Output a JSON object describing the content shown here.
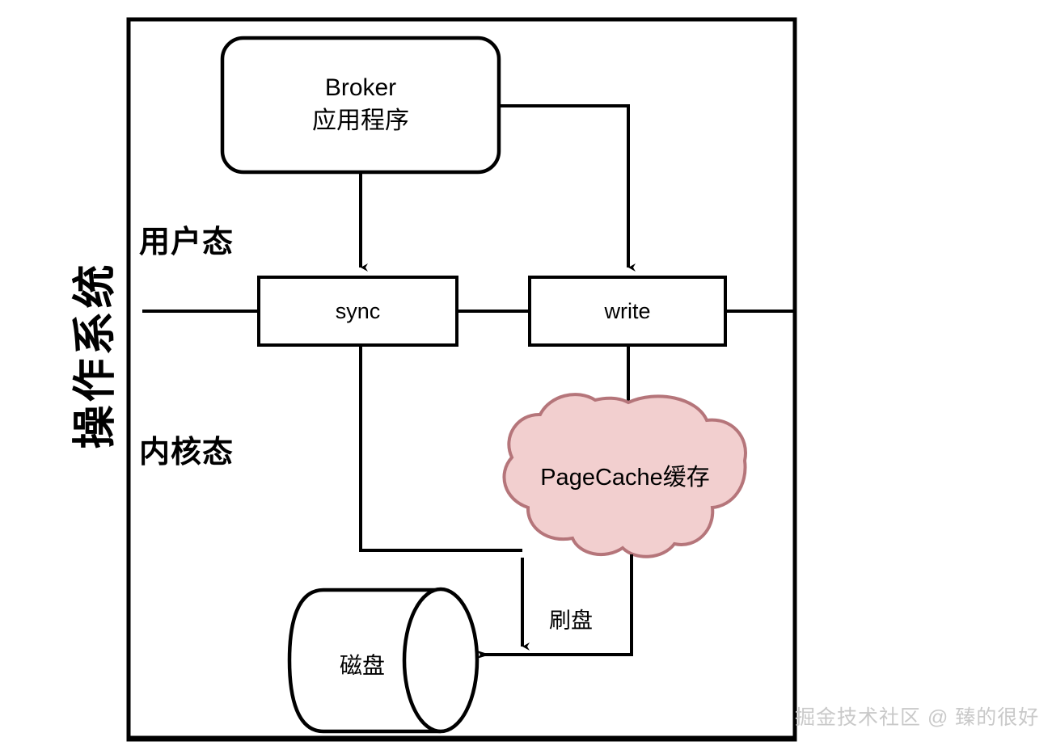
{
  "diagram": {
    "title_vertical": "操作系统",
    "frame": {
      "stroke": "#000000",
      "fill": "#ffffff"
    },
    "layers": {
      "user_mode": "用户态",
      "kernel_mode": "内核态"
    },
    "nodes": {
      "broker": {
        "line1": "Broker",
        "line2": "应用程序",
        "shape": "rounded-rect",
        "fill": "#ffffff",
        "stroke": "#000000"
      },
      "sync": {
        "label": "sync",
        "shape": "rect",
        "fill": "#ffffff",
        "stroke": "#000000"
      },
      "write": {
        "label": "write",
        "shape": "rect",
        "fill": "#ffffff",
        "stroke": "#000000"
      },
      "pagecache": {
        "label": "PageCache缓存",
        "shape": "cloud",
        "fill": "#f2cfcf",
        "stroke": "#b5757a"
      },
      "disk": {
        "label": "磁盘",
        "shape": "cylinder",
        "fill": "#ffffff",
        "stroke": "#000000"
      }
    },
    "edges": {
      "broker_to_sync": {
        "label": ""
      },
      "broker_to_write": {
        "label": ""
      },
      "write_to_pagecache": {
        "label": ""
      },
      "pagecache_to_disk": {
        "label": "刷盘"
      },
      "sync_to_disk": {
        "label": ""
      }
    },
    "watermark": "掘金技术社区 @ 臻的很好"
  }
}
